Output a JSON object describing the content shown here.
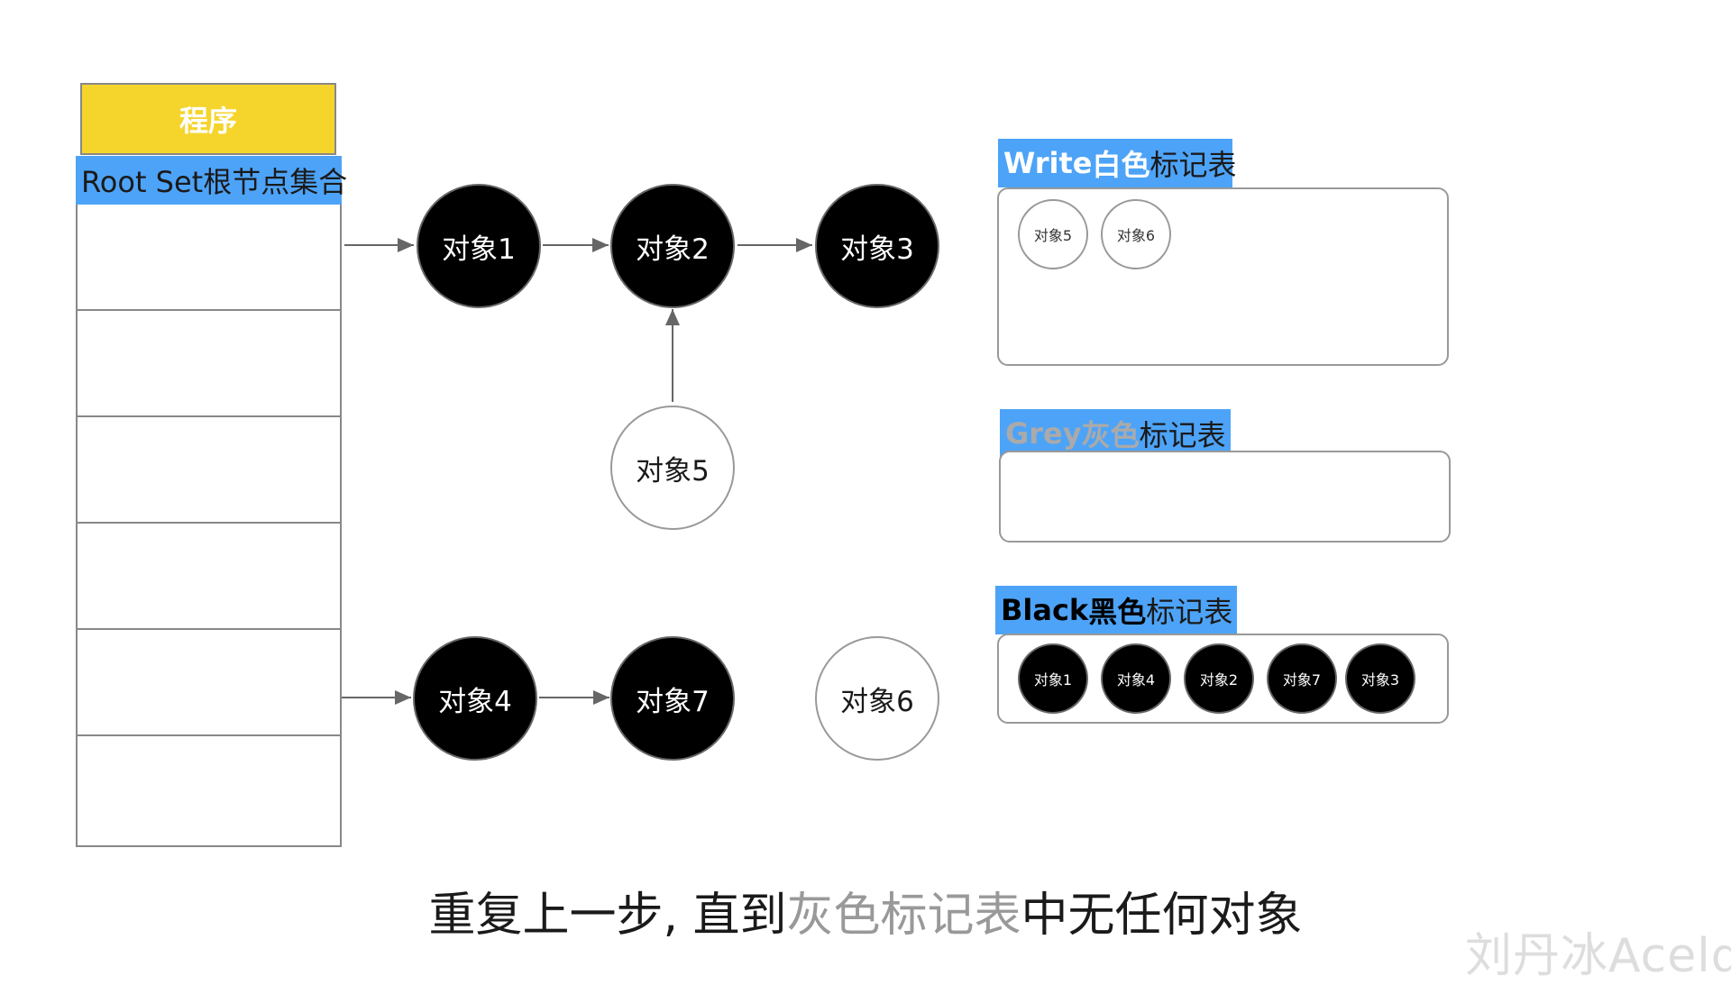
{
  "program": {
    "label": "程序"
  },
  "root_set": {
    "label": "Root Set根节点集合",
    "row_count": 6
  },
  "nodes": {
    "obj1": {
      "label": "对象1",
      "color": "black"
    },
    "obj2": {
      "label": "对象2",
      "color": "black"
    },
    "obj3": {
      "label": "对象3",
      "color": "black"
    },
    "obj5": {
      "label": "对象5",
      "color": "white"
    },
    "obj4": {
      "label": "对象4",
      "color": "black"
    },
    "obj7": {
      "label": "对象7",
      "color": "black"
    },
    "obj6": {
      "label": "对象6",
      "color": "white"
    }
  },
  "edges": [
    [
      "root",
      "obj1"
    ],
    [
      "obj1",
      "obj2"
    ],
    [
      "obj2",
      "obj3"
    ],
    [
      "obj5",
      "obj2"
    ],
    [
      "root",
      "obj4"
    ],
    [
      "obj4",
      "obj7"
    ]
  ],
  "tables": {
    "white": {
      "keyword": "Write",
      "color_word": "白色",
      "suffix": "标记表",
      "items": [
        "对象5",
        "对象6"
      ]
    },
    "grey": {
      "keyword": "Grey",
      "color_word": "灰色",
      "suffix": "标记表",
      "items": []
    },
    "black": {
      "keyword": "Black",
      "color_word": "黑色",
      "suffix": "标记表",
      "items": [
        "对象1",
        "对象4",
        "对象2",
        "对象7",
        "对象3"
      ]
    }
  },
  "caption": {
    "before": "重复上一步, 直到",
    "highlight": "灰色标记表",
    "after": "中无任何对象"
  },
  "watermark": "刘丹冰Aceld",
  "colors": {
    "program": "#f5d42c",
    "label_bg": "#4da3f7",
    "white_keyword": "#ffffff",
    "grey_keyword": "#aaaaaa",
    "black_keyword": "#000000",
    "caption_highlight": "#999999"
  }
}
